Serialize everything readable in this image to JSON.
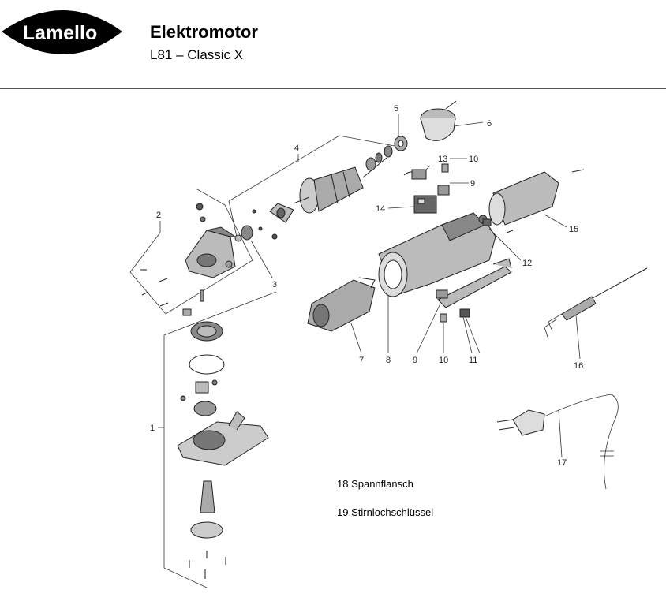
{
  "header": {
    "logo_text": "Lamello",
    "title": "Elektromotor",
    "subtitle": "L81 – Classic X"
  },
  "parts": [
    {
      "id": "1",
      "label": "1"
    },
    {
      "id": "2",
      "label": "2"
    },
    {
      "id": "3",
      "label": "3"
    },
    {
      "id": "4",
      "label": "4"
    },
    {
      "id": "5",
      "label": "5"
    },
    {
      "id": "6",
      "label": "6"
    },
    {
      "id": "7",
      "label": "7"
    },
    {
      "id": "8",
      "label": "8"
    },
    {
      "id": "9a",
      "label": "9"
    },
    {
      "id": "9b",
      "label": "9"
    },
    {
      "id": "10a",
      "label": "10"
    },
    {
      "id": "10b",
      "label": "10"
    },
    {
      "id": "11",
      "label": "11"
    },
    {
      "id": "12",
      "label": "12"
    },
    {
      "id": "13",
      "label": "13"
    },
    {
      "id": "14",
      "label": "14"
    },
    {
      "id": "15",
      "label": "15"
    },
    {
      "id": "16",
      "label": "16"
    },
    {
      "id": "17",
      "label": "17"
    }
  ],
  "notes": {
    "item18": "18 Spannflansch",
    "item19": "19 Stirnlochschlüssel"
  },
  "colors": {
    "logo_bg": "#000000",
    "logo_text": "#ffffff",
    "part_fill": "#c8c8c8",
    "part_dark": "#555555"
  }
}
